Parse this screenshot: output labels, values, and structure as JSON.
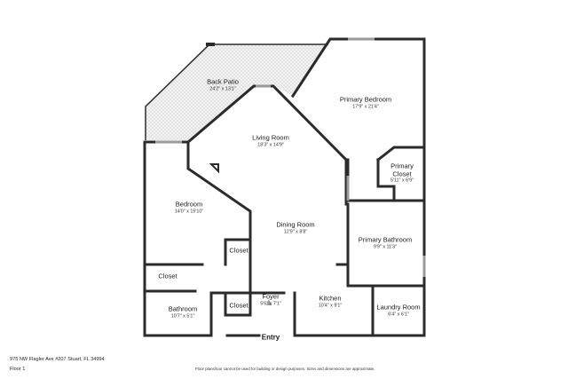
{
  "rooms": {
    "back_patio": {
      "name": "Back Patio",
      "dim": "24'2\" x 13'1\""
    },
    "primary_bedroom": {
      "name": "Primary Bedroom",
      "dim": "17'9\" x 21'4\""
    },
    "living_room": {
      "name": "Living Room",
      "dim": "18'3\" x 14'9\""
    },
    "primary_closet": {
      "name": "Primary",
      "name2": "Closet",
      "dim": "5'11\" x 6'9\""
    },
    "bedroom": {
      "name": "Bedroom",
      "dim": "14'0\" x 15'10\""
    },
    "dining_room": {
      "name": "Dining Room",
      "dim": "12'9\" x 8'8\""
    },
    "primary_bathroom": {
      "name": "Primary Bathroom",
      "dim": "9'9\" x 11'3\""
    },
    "foyer": {
      "name": "Foyer",
      "dim": "5'6\" x 7'1\""
    },
    "kitchen": {
      "name": "Kitchen",
      "dim": "10'4\" x 9'1\""
    },
    "bathroom": {
      "name": "Bathroom",
      "dim": "10'7\" x 5'1\""
    },
    "laundry_room": {
      "name": "Laundry Room",
      "dim": "6'4\" x 6'1\""
    }
  },
  "closets": {
    "closet_1": "Closet",
    "closet_2": "Closet",
    "closet_3": "Closet"
  },
  "entry": "Entry",
  "footer": {
    "address": "975 NW Flagler Ave #207 Stuart, FL 34994",
    "floor": "Floor 1",
    "disclaimer": "Floor plans/tour cannot be used for building or design purposes. Sizes and dimensions are approximate."
  },
  "colors": {
    "wall": "#2b2b2b",
    "patio_tile": "#e3e3e3",
    "window": "#bfbfbf"
  }
}
